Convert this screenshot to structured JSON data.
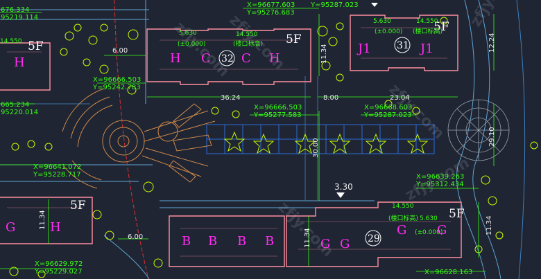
{
  "drawing": {
    "background": "#1f2533",
    "colors": {
      "building": "#ff8fa0",
      "coordinate": "#39ff14",
      "dimension": "#e8e8e8",
      "road": "#5fa6d6",
      "unit_label": "#ff2cf0",
      "tree": "#c8ff00",
      "plaza": "#d08a4a"
    }
  },
  "coordinates": [
    {
      "id": "c1",
      "lines": [
        "676.334",
        "95219.114"
      ]
    },
    {
      "id": "c2",
      "lines": [
        "X=96677.603",
        "Y=95276.683"
      ]
    },
    {
      "id": "c3",
      "lines": [
        "Y=95287.023"
      ]
    },
    {
      "id": "c4",
      "lines": [
        "X=96666.503",
        "Y=95242.783"
      ]
    },
    {
      "id": "c5",
      "lines": [
        "665.234",
        "95220.014"
      ]
    },
    {
      "id": "c6",
      "lines": [
        "X=96666.503",
        "Y=95277.583"
      ]
    },
    {
      "id": "c7",
      "lines": [
        "X=96668.603",
        "Y=95287.023"
      ]
    },
    {
      "id": "c8",
      "lines": [
        "X=96641.072",
        "Y=95228.717"
      ]
    },
    {
      "id": "c9",
      "lines": [
        "X=96639.263",
        "Y=95312.434"
      ]
    },
    {
      "id": "c10",
      "lines": [
        "X=96629.972",
        "Y=95229.027"
      ]
    },
    {
      "id": "c11",
      "lines": [
        "X=96628.163"
      ]
    }
  ],
  "dimensions": [
    "6.00",
    "36.24",
    "8.00",
    "23.04",
    "11.34",
    "12.24",
    "30.00",
    "29.10",
    "3.30",
    "11.34",
    "11.34",
    "11.34",
    "6.00"
  ],
  "floor_labels": [
    "5F",
    "5F",
    "5F",
    "5F",
    "5F"
  ],
  "buildings": [
    "32",
    "31",
    "29"
  ],
  "units": [
    "H",
    "C",
    "C",
    "H",
    "J1",
    "J1",
    "H",
    "G",
    "H",
    "B",
    "B",
    "B",
    "B",
    "G",
    "G",
    "G",
    "G"
  ],
  "elevations": [
    "5.630",
    "14.550",
    "(±0.000)",
    "(楼口标高)",
    "5.630",
    "14.550",
    "(±0.000)",
    "(楼口标高)",
    "14.550",
    "5.630",
    "(±0.000)",
    "(楼口标高)",
    "14.550"
  ],
  "watermarks": [
    "zfjy.com",
    "zfjy.com",
    "zfjy.com",
    "zfjy.com",
    "zfjy.com",
    "zfjy.com"
  ]
}
